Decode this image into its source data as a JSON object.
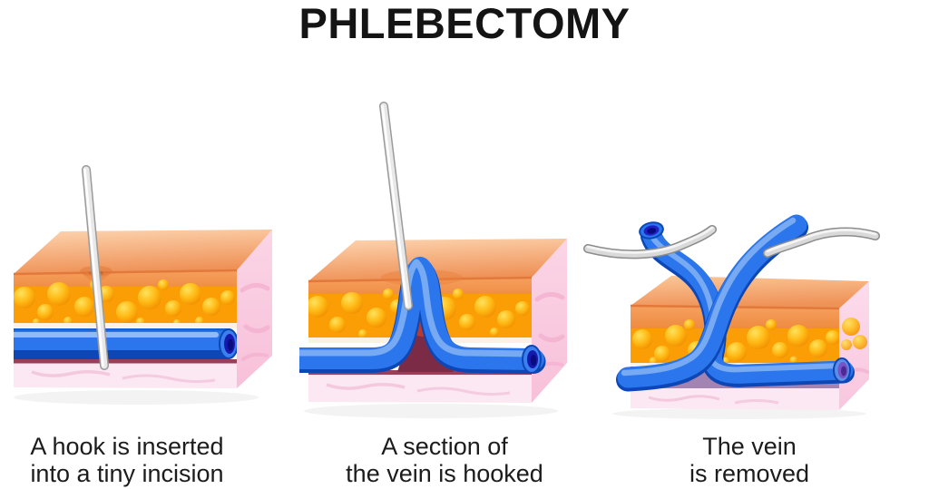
{
  "title": "PHLEBECTOMY",
  "panels": [
    {
      "name": "hook-inserted",
      "caption_lines": [
        "A hook is inserted",
        "into a tiny incision"
      ]
    },
    {
      "name": "vein-hooked",
      "caption_lines": [
        "A section of",
        "the vein is hooked"
      ]
    },
    {
      "name": "vein-removed",
      "caption_lines": [
        "The vein",
        "is removed"
      ]
    }
  ],
  "colors": {
    "background": "#ffffff",
    "title_text": "#141414",
    "caption_text": "#1c1c1c",
    "skin_top": "#F9C08F",
    "skin_front": "#F2974F",
    "fat_layer": "#FFA30D",
    "fat_bubble_highlight": "#FFE25C",
    "vein_blue": "#2B76EC",
    "vein_dark": "#0D47B5",
    "vein_lumen_navy": "#1619AE",
    "tissue_pink_side": "#F9CCE0",
    "tissue_pink_bottom": "#FBE8F2",
    "deep_tissue_purple": "#A383B1",
    "under_vein_maroon": "#9A3F58",
    "instrument_gray": "#C9C9C9"
  }
}
